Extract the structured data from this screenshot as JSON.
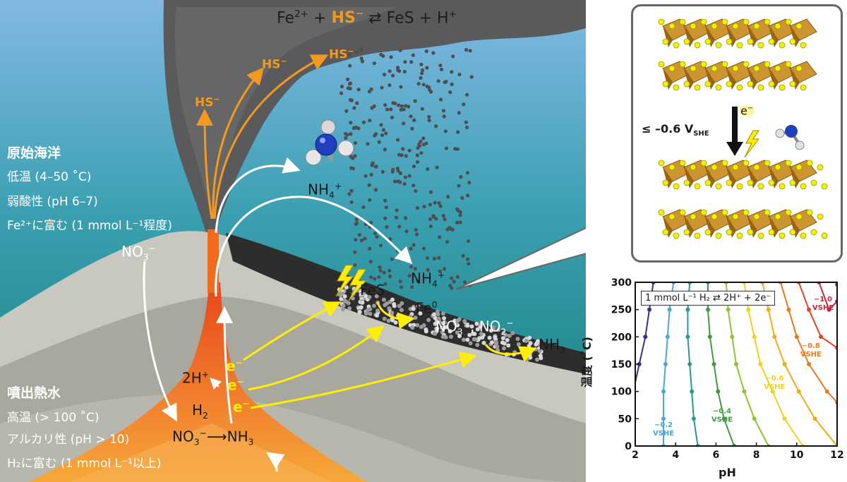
{
  "colors": {
    "ocean_top": "#7eb7e2",
    "ocean_bottom": "#1f8f8a",
    "smoke": "#5a5a5c",
    "magma": "#f26a1b",
    "hs_arrow": "#f39a1e",
    "electron": "#ffee00",
    "fes_octahedra": "#c8891c",
    "sulfur": "#f2f200"
  },
  "reaction_top": {
    "fe": "Fe",
    "fe_charge": "2+",
    "plus1": "+",
    "hs": "HS",
    "hs_charge": "−",
    "arrow": "⇄",
    "fes": "FeS",
    "plus2": "+",
    "h": "H",
    "h_charge": "+"
  },
  "ocean": {
    "title": "原始海洋",
    "temp": "低温 (4–50 ˚C)",
    "acidity": "弱酸性 (pH 6–7)",
    "fe_rich": "Fe²⁺に富む (1 mmol L⁻¹程度)"
  },
  "hydrothermal": {
    "title": "噴出熱水",
    "temp": "高温 (> 100 ˚C)",
    "alkaline": "アルカリ性 (pH > 10)",
    "h2_rich": "H₂に富む (1 mmol L⁻¹以上)"
  },
  "species": {
    "hs_label": "HS",
    "hs_charge": "−",
    "nh4": "NH",
    "nh4_sub": "4",
    "nh4_charge": "+",
    "no3": "NO",
    "no3_sub": "3",
    "no3_charge": "−",
    "no2": "NO",
    "no2_sub": "2",
    "no2_charge": "−",
    "nh3": "NH",
    "nh3_sub": "3",
    "fes": "FeS",
    "fe0": "Fe",
    "fe0_sup": "0",
    "two_h": "2H",
    "two_h_charge": "+",
    "h2": "H",
    "h2_sub": "2",
    "electron": "e",
    "electron_charge": "−",
    "comma": ",",
    "reaction_arrow": "⟶"
  },
  "inset": {
    "potential": "≤ –0.6 V",
    "potential_sub": "SHE",
    "electron": "e",
    "electron_charge": "−"
  },
  "chart_data": {
    "type": "line",
    "title": "1 mmol L⁻¹ H₂ ⇄ 2H⁺ + 2e⁻",
    "xlabel": "pH",
    "ylabel": "温度 (˚C)",
    "xlim": [
      2,
      12
    ],
    "ylim": [
      0,
      300
    ],
    "xticks": [
      2,
      4,
      6,
      8,
      10,
      12
    ],
    "yticks": [
      0,
      50,
      100,
      150,
      200,
      250,
      300
    ],
    "series": [
      {
        "potential": -0.1,
        "color": "#3a2d8f",
        "points": [
          [
            1.9,
            100
          ],
          [
            2.2,
            150
          ],
          [
            2.5,
            200
          ],
          [
            2.7,
            250
          ],
          [
            2.9,
            300
          ]
        ]
      },
      {
        "potential": -0.2,
        "name": "−0.2",
        "unit": "VSHE",
        "color": "#4aa6d6",
        "points": [
          [
            3.4,
            0
          ],
          [
            3.4,
            50
          ],
          [
            3.4,
            100
          ],
          [
            3.5,
            150
          ],
          [
            3.6,
            200
          ],
          [
            3.7,
            250
          ],
          [
            3.9,
            300
          ]
        ]
      },
      {
        "potential": -0.3,
        "color": "#2a9a8c",
        "points": [
          [
            5.1,
            0
          ],
          [
            4.9,
            50
          ],
          [
            4.8,
            100
          ],
          [
            4.7,
            150
          ],
          [
            4.6,
            200
          ],
          [
            4.6,
            250
          ],
          [
            4.7,
            300
          ]
        ]
      },
      {
        "potential": -0.4,
        "name": "−0.4",
        "unit": "VSHE",
        "color": "#3f9b40",
        "points": [
          [
            6.9,
            0
          ],
          [
            6.4,
            50
          ],
          [
            6.1,
            100
          ],
          [
            5.9,
            150
          ],
          [
            5.7,
            200
          ],
          [
            5.6,
            250
          ],
          [
            5.6,
            300
          ]
        ]
      },
      {
        "potential": -0.5,
        "color": "#8fc43a",
        "points": [
          [
            8.6,
            0
          ],
          [
            7.9,
            50
          ],
          [
            7.4,
            100
          ],
          [
            7.0,
            150
          ],
          [
            6.8,
            200
          ],
          [
            6.6,
            250
          ],
          [
            6.5,
            300
          ]
        ]
      },
      {
        "potential": -0.6,
        "name": "−0.6",
        "unit": "VSHE",
        "color": "#eed21e",
        "points": [
          [
            10.3,
            0
          ],
          [
            9.4,
            50
          ],
          [
            8.8,
            100
          ],
          [
            8.2,
            150
          ],
          [
            7.9,
            200
          ],
          [
            7.6,
            250
          ],
          [
            7.4,
            300
          ]
        ]
      },
      {
        "potential": -0.7,
        "color": "#f4a81c",
        "points": [
          [
            12.0,
            0
          ],
          [
            10.9,
            50
          ],
          [
            10.1,
            100
          ],
          [
            9.4,
            150
          ],
          [
            8.9,
            200
          ],
          [
            8.6,
            250
          ],
          [
            8.3,
            300
          ]
        ]
      },
      {
        "potential": -0.8,
        "name": "−0.8",
        "unit": "VSHE",
        "color": "#ea7a1e",
        "points": [
          [
            12.0,
            80
          ],
          [
            11.5,
            100
          ],
          [
            10.6,
            150
          ],
          [
            10.0,
            200
          ],
          [
            9.6,
            250
          ],
          [
            9.2,
            300
          ]
        ]
      },
      {
        "potential": -0.9,
        "color": "#e0452a",
        "points": [
          [
            12.0,
            180
          ],
          [
            11.2,
            200
          ],
          [
            10.6,
            250
          ],
          [
            10.1,
            300
          ]
        ]
      },
      {
        "potential": -1.0,
        "name": "−1.0",
        "unit": "VSHE",
        "color": "#c4283e",
        "points": [
          [
            12.0,
            265
          ],
          [
            11.6,
            250
          ],
          [
            11.1,
            300
          ]
        ]
      },
      {
        "potential": -1.1,
        "color": "#b0267d",
        "points": [
          [
            12.0,
            296
          ]
        ]
      }
    ]
  }
}
